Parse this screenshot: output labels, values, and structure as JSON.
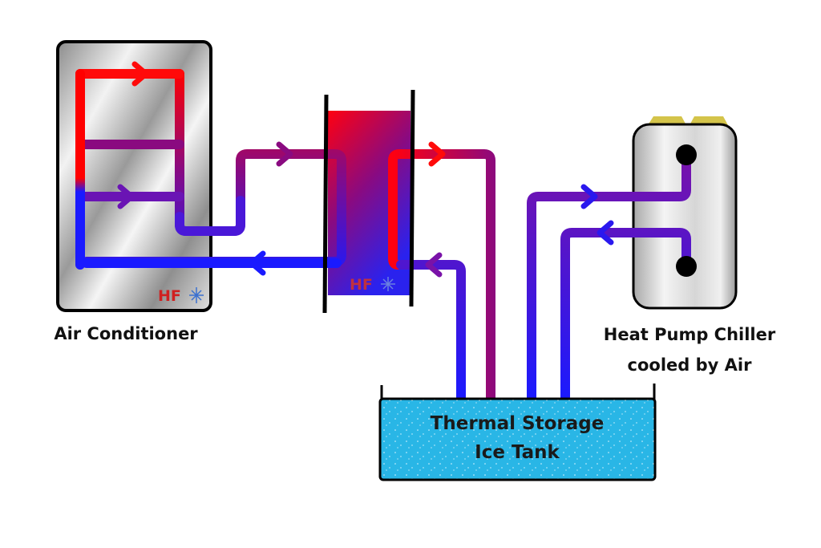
{
  "labels": {
    "air_conditioner": "Air Conditioner",
    "chiller_line1": "Heat Pump Chiller",
    "chiller_line2": "cooled by Air",
    "tank_line1": "Thermal Storage",
    "tank_line2": "Ice Tank"
  },
  "logo": {
    "text": "HF",
    "icon": "snowflake-sun-icon"
  },
  "colors": {
    "hot": "#ff0000",
    "mid": "#8a0a8a",
    "cold": "#1a1aff",
    "tank": "#29b6e6",
    "chiller_cap": "#d4c44a"
  }
}
